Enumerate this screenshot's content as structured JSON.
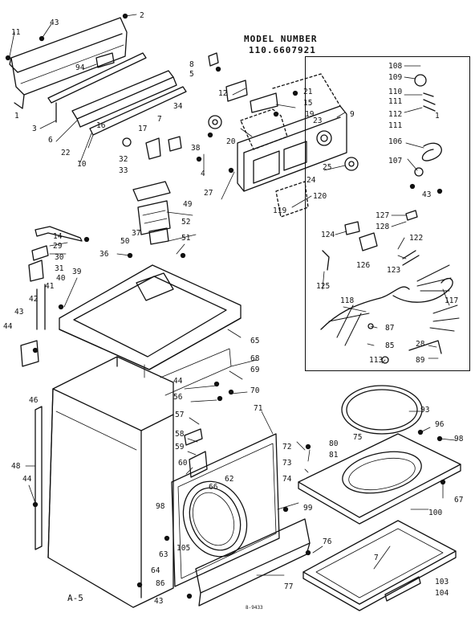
{
  "header": {
    "model_label": "MODEL NUMBER",
    "model_number": "110.6607921"
  },
  "footer": {
    "page_id": "A-5",
    "drawing_code": "8-9433"
  },
  "callouts": [
    "2",
    "11",
    "43",
    "94",
    "3",
    "6",
    "22",
    "10",
    "16",
    "12",
    "8",
    "5",
    "21",
    "15",
    "19",
    "23",
    "9",
    "7",
    "17",
    "34",
    "32",
    "33",
    "38",
    "4",
    "20",
    "25",
    "24",
    "27",
    "120",
    "119",
    "108",
    "109",
    "110",
    "111",
    "112",
    "111",
    "1",
    "106",
    "107",
    "43",
    "127",
    "128",
    "124",
    "122",
    "126",
    "123",
    "125",
    "118",
    "117",
    "87",
    "85",
    "113",
    "28",
    "89",
    "49",
    "52",
    "14",
    "29",
    "30",
    "31",
    "50",
    "37",
    "51",
    "36",
    "41",
    "40",
    "39",
    "42",
    "43",
    "44",
    "46",
    "65",
    "68",
    "69",
    "70",
    "44",
    "56",
    "57",
    "58",
    "59",
    "60",
    "71",
    "48",
    "44",
    "98",
    "63",
    "64",
    "105",
    "86",
    "43",
    "66",
    "62",
    "72",
    "80",
    "73",
    "81",
    "74",
    "75",
    "93",
    "96",
    "98",
    "67",
    "99",
    "100",
    "77",
    "76",
    "7",
    "103",
    "104",
    "1"
  ]
}
